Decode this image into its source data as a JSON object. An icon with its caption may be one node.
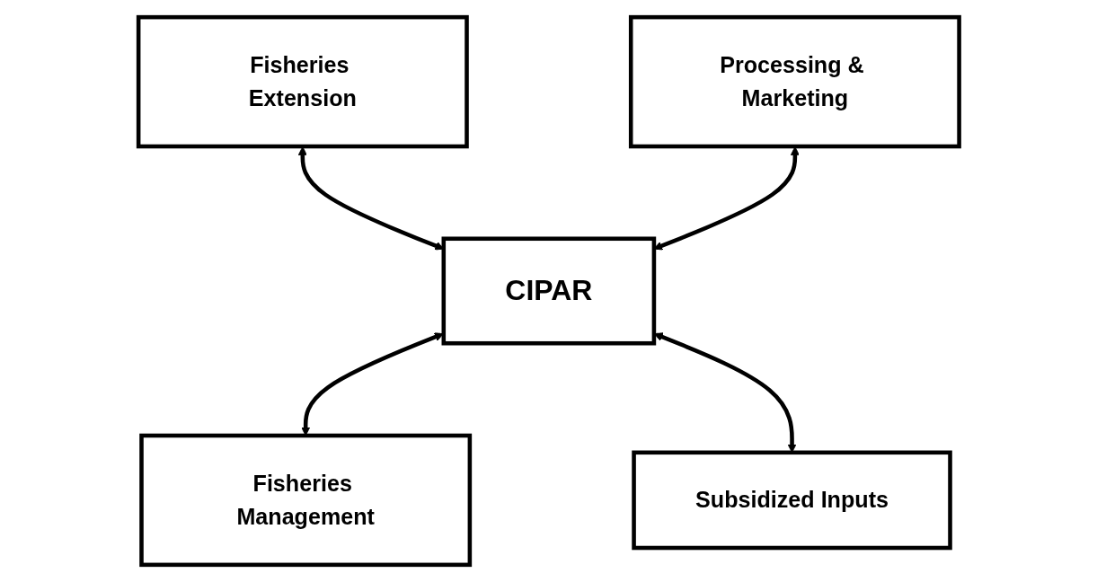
{
  "diagram": {
    "nodes": [
      {
        "text": [
          "Fisheries Extension"
        ]
      },
      {
        "text": [
          "Processing & Marketing"
        ]
      },
      {
        "text": [
          "CIPAR"
        ]
      },
      {
        "text": [
          "Fisheries Management"
        ]
      },
      {
        "text": [
          "Subsidized Inputs"
        ]
      }
    ],
    "edges": [
      {
        "from": 0,
        "to": 2,
        "arrow": "both"
      },
      {
        "from": 1,
        "to": 2,
        "arrow": "both"
      },
      {
        "from": 2,
        "to": 3,
        "arrow": "both"
      },
      {
        "from": 2,
        "to": 4,
        "arrow": "both"
      }
    ]
  }
}
